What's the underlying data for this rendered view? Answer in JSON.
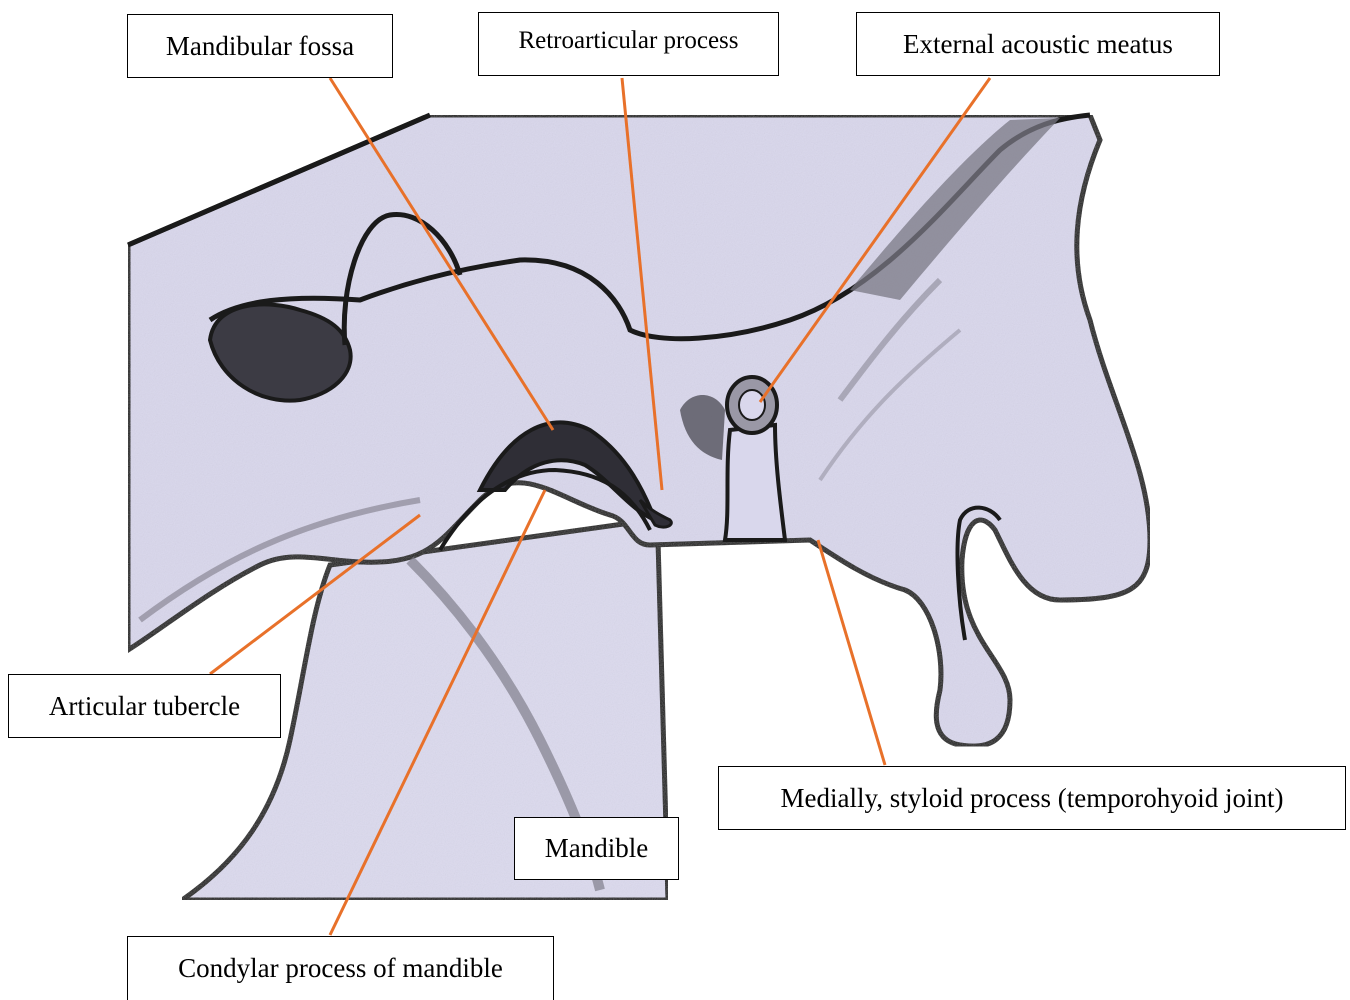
{
  "labels": {
    "mandibular_fossa": "Mandibular fossa",
    "retroarticular_process": "Retroarticular process",
    "external_acoustic_meatus": "External acoustic meatus",
    "articular_tubercle": "Articular tubercle",
    "styloid_process": "Medially, styloid process (temporohyoid joint)",
    "mandible": "Mandible",
    "condylar_process": "Condylar process of mandible"
  },
  "colors": {
    "leader_line": "#e8712a",
    "bone_fill": "#d9d7ec",
    "outline": "#1a1a1a",
    "shade": "#8a8896"
  }
}
